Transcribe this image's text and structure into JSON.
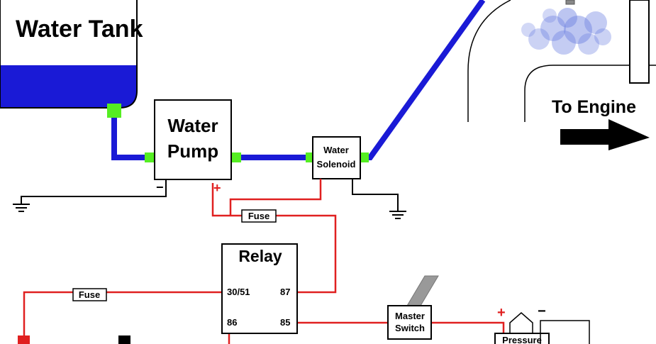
{
  "diagram": {
    "tank_label": "Water Tank",
    "pump_label_line1": "Water",
    "pump_label_line2": "Pump",
    "pump_neg_sign": "−",
    "pump_pos_sign": "+",
    "solenoid_label_line1": "Water",
    "solenoid_label_line2": "Solenoid",
    "to_engine_label": "To Engine",
    "fuse_top_label": "Fuse",
    "fuse_left_label": "Fuse",
    "relay_title": "Relay",
    "relay_pin_30_51": "30/51",
    "relay_pin_87": "87",
    "relay_pin_86": "86",
    "relay_pin_85": "85",
    "master_switch_line1": "Master",
    "master_switch_line2": "Switch",
    "pressure_label": "Pressure",
    "pressure_pos_sign": "+",
    "pressure_neg_sign": "−",
    "arrow_icon": "right-arrow-icon",
    "ground_icon": "ground-icon",
    "colors": {
      "water": "#1a1ad6",
      "fitting": "#55ee22",
      "power": "#e02020",
      "ground": "#000000",
      "mist": "#6b7fe0"
    }
  }
}
